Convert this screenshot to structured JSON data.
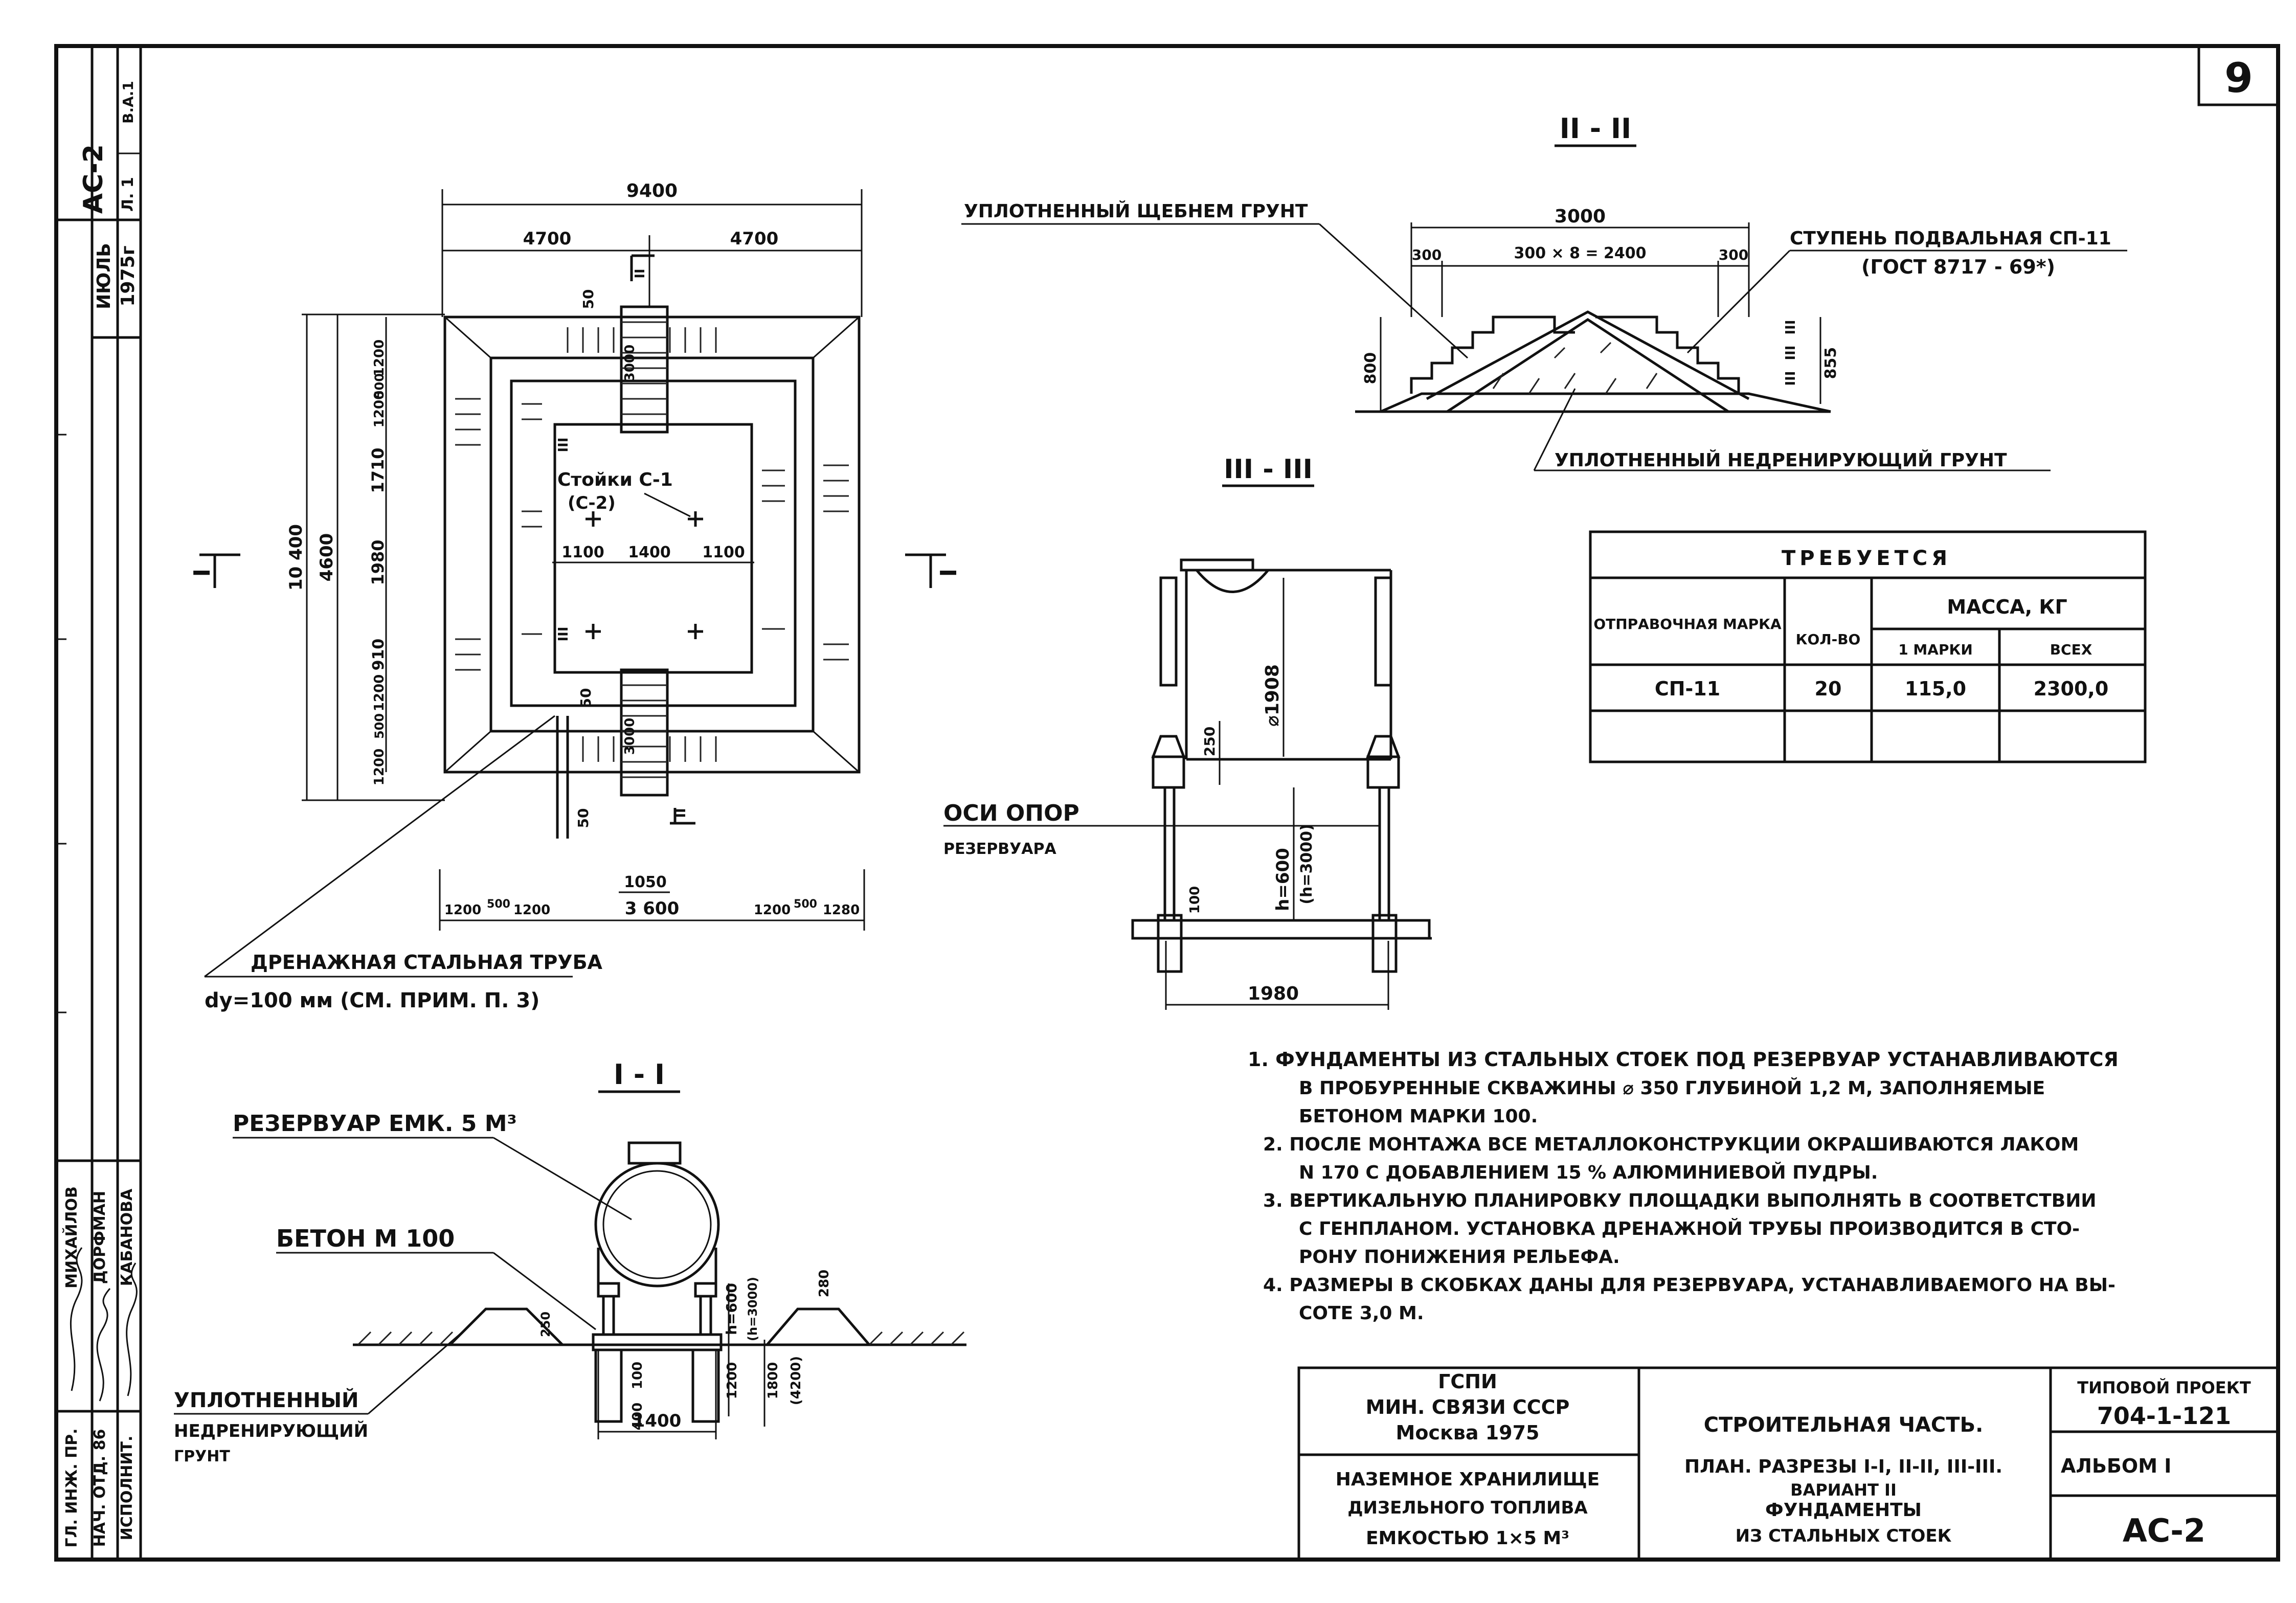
{
  "sheet": {
    "page_number": "9",
    "side_stamp": {
      "code": "АС-2",
      "sheet_cells": [
        "Л. 1",
        "В.А.1"
      ],
      "month": "ИЮЛЬ",
      "year": "1975г",
      "roles": [
        "ГЛ. ИНЖ. ПР.",
        "НАЧ. ОТД. 86",
        "ИСПОЛНИТ."
      ],
      "names": [
        "МИХАЙЛОВ",
        "ДОРФМАН",
        "КАБАНОВА"
      ]
    }
  },
  "plan": {
    "dims": {
      "overall_width": "9400",
      "half_left": "4700",
      "half_right": "4700",
      "overall_height": "10 400",
      "inner_height": "4600",
      "seg_1710": "1710",
      "seg_1980": "1980",
      "seg_910": "910",
      "top_1200": "1200",
      "top_500": "500",
      "top_1200b": "1200",
      "bot_1200": "1200",
      "bot_500": "500",
      "bot_1200b": "1200",
      "mid_1100a": "1100",
      "mid_1400": "1400",
      "mid_1100b": "1100",
      "bottom_1200a": "1200",
      "bottom_500a": "500",
      "bottom_1200b": "1200",
      "bottom_3600": "3 600",
      "bottom_1200c": "1200",
      "bottom_500b": "500",
      "bottom_1280": "1280",
      "stair_1050": "1050",
      "stair_50a": "50",
      "stair_50b": "50",
      "stair_50c": "50",
      "stair_3000a": "3000",
      "stair_3000b": "3000"
    },
    "section_marks": {
      "left": "I",
      "right": "I",
      "ii_top": "II",
      "ii_bottom": "II",
      "iii_top": "III",
      "iii_bottom": "III"
    },
    "post_label": "Стойки С-1",
    "post_label2": "(С-2)",
    "drain_label": "ДРЕНАЖНАЯ СТАЛЬНАЯ ТРУБА",
    "drain_size": "dу=100 мм (СМ. ПРИМ. П. 3)"
  },
  "section_ii": {
    "title": "II - II",
    "leader_left": "УПЛОТНЕННЫЙ ЩЕБНЕМ ГРУНТ",
    "leader_right_1": "СТУПЕНЬ ПОДВАЛЬНАЯ СП-11",
    "leader_right_2": "(ГОСТ 8717 - 69*)",
    "leader_bottom": "УПЛОТНЕННЫЙ НЕДРЕНИРУЮЩИЙ ГРУНТ",
    "dim_3000": "3000",
    "dim_300a": "300",
    "dim_mid": "300 × 8 = 2400",
    "dim_300b": "300",
    "dim_800": "800",
    "dim_855": "855",
    "dim_steps": [
      "ІІІ",
      "ІІІ",
      "ІІІ"
    ]
  },
  "section_iii": {
    "title": "III - III",
    "diameter": "⌀1908",
    "dim_250": "250",
    "dim_h": "h=600",
    "dim_h2": "(h=3000)",
    "dim_100": "100",
    "dim_1980": "1980",
    "axis_label_1": "ОСИ ОПОР",
    "axis_label_2": "РЕЗЕРВУАРА"
  },
  "table": {
    "title": "ТРЕБУЕТСЯ",
    "col_mark": "ОТПРАВОЧНАЯ МАРКА",
    "col_qty": "КОЛ-ВО",
    "col_mass": "МАССА, КГ",
    "col_mass_one": "1 МАРКИ",
    "col_mass_all": "ВСЕХ",
    "rows": [
      {
        "mark": "СП-11",
        "qty": "20",
        "one": "115,0",
        "all": "2300,0"
      }
    ]
  },
  "notes": [
    "1. ФУНДАМЕНТЫ ИЗ СТАЛЬНЫХ СТОЕК ПОД РЕЗЕРВУАР УСТАНАВЛИВАЮТСЯ",
    "В ПРОБУРЕННЫЕ СКВАЖИНЫ ⌀ 350 ГЛУБИНОЙ 1,2 М, ЗАПОЛНЯЕМЫЕ",
    "БЕТОНОМ МАРКИ 100.",
    "2. ПОСЛЕ МОНТАЖА ВСЕ МЕТАЛЛОКОНСТРУКЦИИ ОКРАШИВАЮТСЯ ЛАКОМ",
    "N 170 С ДОБАВЛЕНИЕМ 15 % АЛЮМИНИЕВОЙ ПУДРЫ.",
    "3. ВЕРТИКАЛЬНУЮ ПЛАНИРОВКУ ПЛОЩАДКИ ВЫПОЛНЯТЬ В СООТВЕТСТВИИ",
    "С ГЕНПЛАНОМ. УСТАНОВКА ДРЕНАЖНОЙ ТРУБЫ ПРОИЗВОДИТСЯ В СТО-",
    "РОНУ ПОНИЖЕНИЯ РЕЛЬЕФА.",
    "4. РАЗМЕРЫ В СКОБКАХ ДАНЫ ДЛЯ РЕЗЕРВУАРА, УСТАНАВЛИВАЕМОГО НА ВЫ-",
    "СОТЕ 3,0 М."
  ],
  "section_i": {
    "title": "I - I",
    "tank_label": "РЕЗЕРВУАР ЕМК. 5 М³",
    "concrete_label": "БЕТОН М 100",
    "soil_1": "УПЛОТНЕННЫЙ",
    "soil_2": "НЕДРЕНИРУЮЩИЙ",
    "soil_3": "ГРУНТ",
    "dim_1400": "1400",
    "dim_100": "100",
    "dim_1200": "1200",
    "dim_1800": "1800",
    "dim_4200": "(4200)",
    "dim_h": "h=600",
    "dim_h2": "(h=3000)",
    "dim_280": "280",
    "dim_250": "250",
    "dim_400": "400"
  },
  "title_block": {
    "org_1": "ГСПИ",
    "org_2": "МИН. СВЯЗИ СССР",
    "org_3": "Москва 1975",
    "object_1": "НАЗЕМНОЕ ХРАНИЛИЩЕ",
    "object_2": "ДИЗЕЛЬНОГО ТОПЛИВА",
    "object_3": "ЕМКОСТЬЮ 1×5 М³",
    "part": "СТРОИТЕЛЬНАЯ ЧАСТЬ.",
    "sheet_1": "ПЛАН. РАЗРЕЗЫ I-I, II-II, III-III.",
    "sheet_2": "ВАРИАНТ II",
    "sheet_3": "ФУНДАМЕНТЫ",
    "sheet_4": "ИЗ СТАЛЬНЫХ СТОЕК",
    "project_label": "ТИПОВОЙ ПРОЕКТ",
    "project_no": "704-1-121",
    "album": "АЛЬБОМ I",
    "code": "АС-2"
  }
}
